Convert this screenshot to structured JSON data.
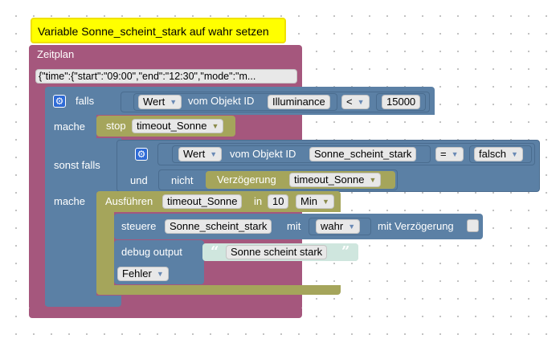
{
  "comment_block": {
    "text": "Variable Sonne_scheint_stark auf wahr setzen"
  },
  "schedule_block": {
    "title": "Zeitplan",
    "value": "{\"time\":{\"start\":\"09:00\",\"end\":\"12:30\",\"mode\":\"m..."
  },
  "if_block": {
    "if_label": "falls",
    "do_label": "mache",
    "else_if_label": "sonst falls",
    "do2_label": "mache"
  },
  "condition1": {
    "property": "Wert",
    "of_object": "vom Objekt ID",
    "object_id": "Illuminance",
    "operator": "<",
    "value": "15000"
  },
  "stop_block": {
    "label": "stop",
    "timeout": "timeout_Sonne"
  },
  "condition2": {
    "property": "Wert",
    "of_object": "vom Objekt ID",
    "object_id": "Sonne_scheint_stark",
    "operator": "=",
    "value": "falsch",
    "and_label": "und",
    "not_label": "nicht",
    "delay_label": "Verzögerung",
    "delay_timeout": "timeout_Sonne"
  },
  "execute_block": {
    "label": "Ausführen",
    "timeout": "timeout_Sonne",
    "in_label": "in",
    "amount": "10",
    "unit": "Min"
  },
  "control_block": {
    "label": "steuere",
    "object": "Sonne_scheint_stark",
    "with_label": "mit",
    "value": "wahr",
    "delay_label": "mit Verzögerung"
  },
  "debug_block": {
    "label": "debug output",
    "text": "Sonne scheint stark",
    "level": "Fehler"
  },
  "colors": {
    "schedule": "#a5577d",
    "logic": "#5b80a5",
    "timeout": "#a5a55b",
    "text": "#5ba58c",
    "comment_bg": "#ffff00"
  }
}
